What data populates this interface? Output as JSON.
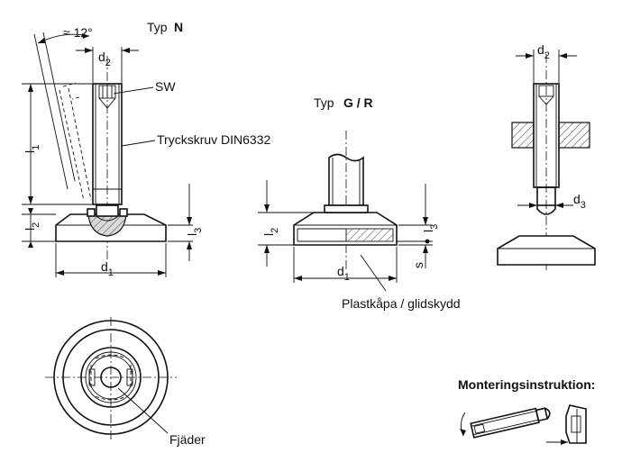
{
  "labels": {
    "angle": "≈ 12°",
    "typ_n_prefix": "Typ",
    "typ_n_code": "N",
    "typ_gr_prefix": "Typ",
    "typ_gr_code": "G / R",
    "sw": "SW",
    "set_screw": "Tryckskruv DIN6332",
    "plastic_cap": "Plastkåpa / glidskydd",
    "spring": "Fjäder",
    "mounting": "Monteringsinstruktion:"
  },
  "dims": {
    "d1": "d",
    "d1_sub": "1",
    "d2": "d",
    "d2_sub": "2",
    "d3": "d",
    "d3_sub": "3",
    "l1": "l",
    "l1_sub": "1",
    "l2": "l",
    "l2_sub": "2",
    "l3": "l",
    "l3_sub": "3",
    "s": "s"
  }
}
